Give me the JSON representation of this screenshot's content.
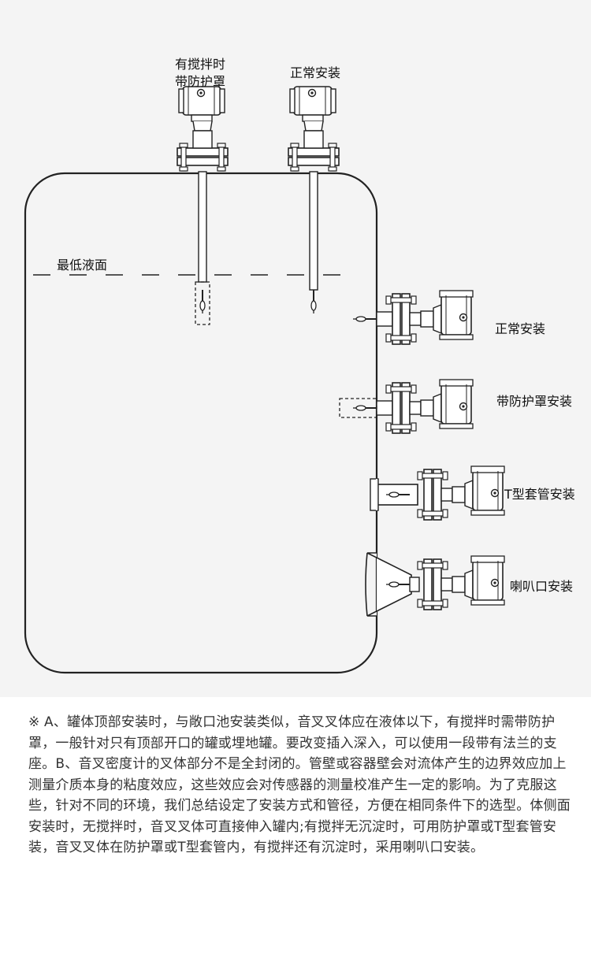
{
  "diagram": {
    "top_labels": {
      "agitation_guard_line1": "有搅拌时",
      "agitation_guard_line2": "带防护罩",
      "normal": "正常安装"
    },
    "min_level": "最低液面",
    "side_labels": {
      "normal": "正常安装",
      "guard": "带防护罩安装",
      "t_sleeve": "T型套管安装",
      "horn": "喇叭口安装"
    }
  },
  "note": {
    "text": "※ A、罐体顶部安装时，与敞口池安装类似，音叉叉体应在液体以下，有搅拌时需带防护罩，一般针对只有顶部开口的罐或埋地罐。要改变插入深入，可以使用一段带有法兰的支座。B、音叉密度计的叉体部分不是全封闭的。管壁或容器壁会对流体产生的边界效应加上测量介质本身的粘度效应，这些效应会对传感器的测量校准产生一定的影响。为了克服这些，针对不同的环境，我们总结设定了安装方式和管径，方便在相同条件下的选型。体侧面安装时，无搅拌时，音叉叉体可直接伸入罐内;有搅拌无沉淀时，可用防护罩或T型套管安装，音叉叉体在防护罩或T型套管内，有搅拌还有沉淀时，采用喇叭口安装。"
  }
}
